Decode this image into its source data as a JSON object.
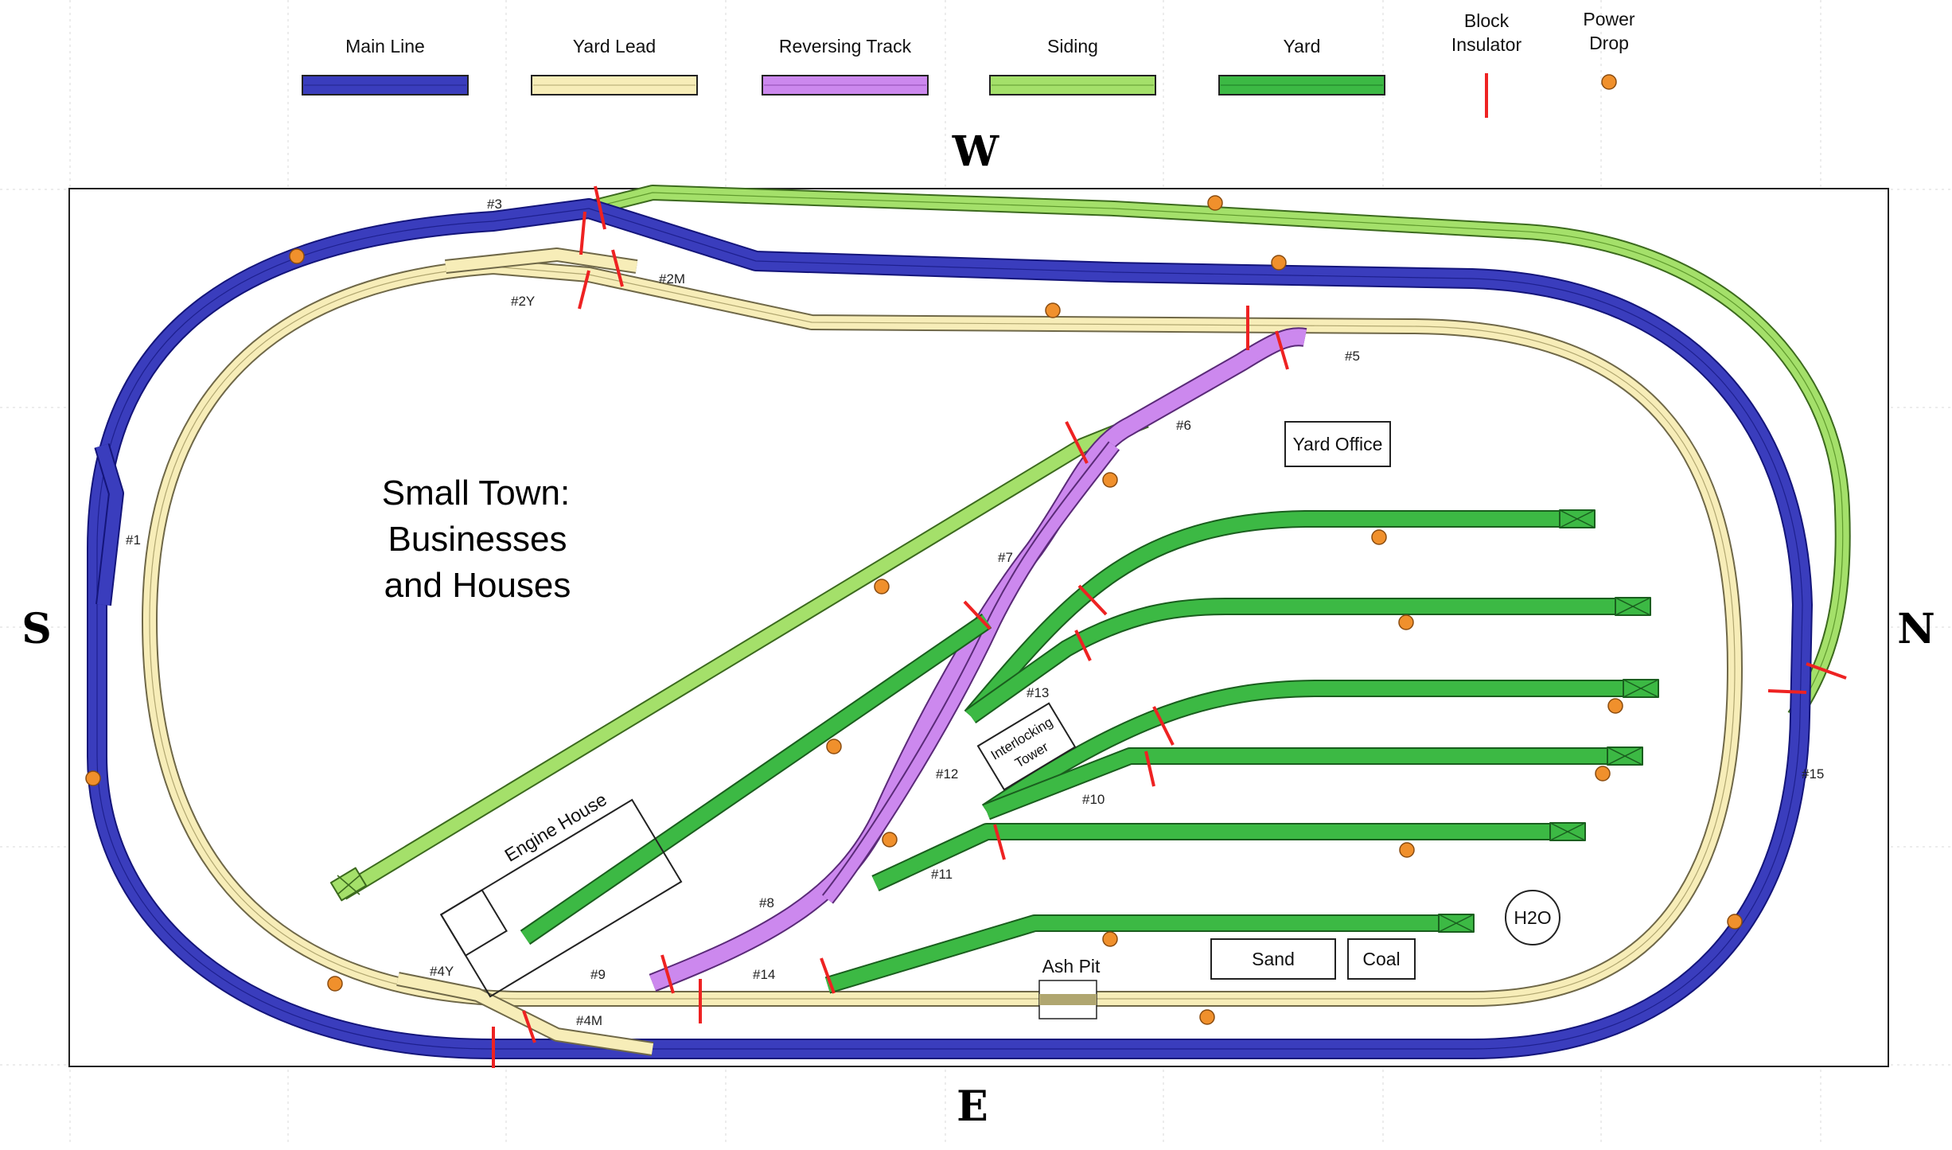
{
  "legend": {
    "items": [
      {
        "label": "Main Line",
        "color": "#3a3dbd"
      },
      {
        "label": "Yard Lead",
        "color": "#f7edb8"
      },
      {
        "label": "Reversing Track",
        "color": "#cc88ee"
      },
      {
        "label": "Siding",
        "color": "#a4e06a"
      },
      {
        "label": "Yard",
        "color": "#3cb944"
      }
    ],
    "insulator": {
      "line1": "Block",
      "line2": "Insulator",
      "color": "#ee2222",
      "icon": "red-bar-icon"
    },
    "power": {
      "line1": "Power",
      "line2": "Drop",
      "color": "#f0902c",
      "icon": "orange-dot-icon"
    }
  },
  "compass": {
    "west": "W",
    "east": "E",
    "south": "S",
    "north": "N"
  },
  "title": {
    "line1": "Small Town:",
    "line2": "Businesses",
    "line3": "and  Houses"
  },
  "buildings": {
    "yard_office": "Yard Office",
    "engine_house": "Engine House",
    "tower_line1": "Interlocking",
    "tower_line2": "Tower",
    "sand": "Sand",
    "coal": "Coal",
    "water": "H2O",
    "ash_pit": "Ash Pit"
  },
  "turnouts": {
    "t1": "#1",
    "t2m": "#2M",
    "t2y": "#2Y",
    "t3": "#3",
    "t4y": "#4Y",
    "t4m": "#4M",
    "t5": "#5",
    "t6": "#6",
    "t7": "#7",
    "t8": "#8",
    "t9": "#9",
    "t10": "#10",
    "t11": "#11",
    "t12": "#12",
    "t13": "#13",
    "t14": "#14",
    "t15": "#15"
  }
}
